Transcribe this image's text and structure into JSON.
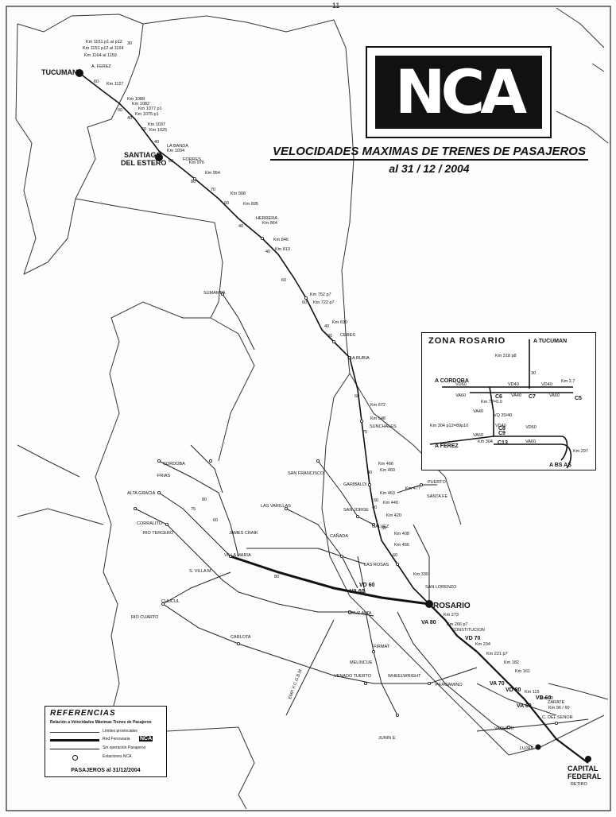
{
  "logo": {
    "text": "NCA"
  },
  "title": {
    "line1": "VELOCIDADES MAXIMAS DE TRENES DE PASAJEROS",
    "line2": "al 31 / 12 / 2004"
  },
  "page_mark": "11",
  "cities": {
    "tucuman": "TUCUMAN",
    "santiago1": "SANTIAGO",
    "santiago2": "DEL ESTERO",
    "rosario": "ROSARIO",
    "capital1": "CAPITAL",
    "capital2": "FEDERAL",
    "capital3": "RETIRO"
  },
  "places": {
    "ferez": "A. FEREZ",
    "la_banda": "LA BANDA",
    "forres": "FORRES",
    "ceres": "CERES",
    "la_rubia": "LA RUBIA",
    "sunchales": "SUNCHALES",
    "san_francisco": "SAN FRANCISCO",
    "garibaldi": "GARIBALDI",
    "san_jorge": "SAN JORGE",
    "galvez": "GALVEZ",
    "santa_fe": "SANTA FE",
    "puerto": "PUERTO",
    "las_varillas": "LAS VARILLAS",
    "canada": "CAÑADA",
    "las_rosas": "LAS ROSAS",
    "cordoba": "CORDOBA",
    "alta_gracia": "ALTA GRACIA",
    "corralito": "CORRALITO",
    "rio_tercero": "RIO TERCERO",
    "villa_maria": "VILLA MARIA",
    "james_craik": "JAMES CRAIK",
    "rio_cuarto": "RIO CUARTO",
    "chucul": "CHUCUL",
    "carlota": "CARLOTA",
    "cruz_alta": "CRUZ ALTA",
    "firmat": "FIRMAT",
    "melincue": "MELINCUE",
    "venado_tuerto": "VENADO TUERTO",
    "pergamino": "PERGAMINO",
    "wheelwright": "WHEELWRIGHT",
    "junin": "JUNIN E.",
    "lujan": "LUJAN",
    "zarate": "ZARATE",
    "san_lorenzo": "SAN LORENZO",
    "constitucion": "CONSTITUCION",
    "frias": "FRIAS",
    "herrera": "HERRERA",
    "sumampa": "SUMAMPA",
    "vaqueri": "VAQUERI",
    "fc": "EMP. F.C.G.B.M.",
    "capilla": "C. DEL SENOR",
    "villa_mercedes": "S. VILLA M."
  },
  "km_labels": [
    "Km 1151 p1 al p12",
    "Km 1151 p12 al 1164",
    "Km 1164 al 1159",
    "Km 1127",
    "Km 1088",
    "Km 1082",
    "Km 1077 p1",
    "Km 1075 p1",
    "Km 1037",
    "Km 1025",
    "Km 1034",
    "Km 976",
    "Km 954",
    "Km 908",
    "Km 895",
    "Km 864",
    "Km 846",
    "Km 813",
    "Km 752 p7",
    "Km 722 p7",
    "Km 690",
    "Km 672",
    "Km 548",
    "Km 466",
    "Km 460",
    "Km 463",
    "Km 440",
    "Km 420",
    "Km 408",
    "Km 456",
    "Km 477",
    "Km 330",
    "Km 266 p7",
    "Km 273",
    "Km 234",
    "Km 221 p7",
    "Km 182",
    "Km 161",
    "Km 115",
    "Km 90",
    "Km 96 / 60"
  ],
  "speed_labels": [
    "30",
    "60",
    "60",
    "40",
    "60",
    "40",
    "60",
    "80",
    "70",
    "60",
    "40",
    "40",
    "60",
    "60",
    "40",
    "30",
    "60",
    "75",
    "40",
    "60",
    "40",
    "30",
    "60",
    "80",
    "80",
    "75",
    "60"
  ],
  "rail_labels": [
    "VA 60",
    "VD 60",
    "VA 80",
    "VD 70",
    "VA 70",
    "VD 80",
    "VA 60",
    "VD 60"
  ],
  "inset": {
    "title": "ZONA ROSARIO",
    "to_tucuman": "A TUCUMAN",
    "to_cordoba": "A CORDOBA",
    "to_ferez": "A FEREZ",
    "to_bsas": "A BS AS",
    "km_top": "Km 318 p8",
    "km_right": "Km 2,7",
    "km_left": "Km 304 p12=89p10",
    "km_mid": "Km 304",
    "km_72": "Km 72=0,0",
    "km_297": "Km 297",
    "c5": "C5",
    "c6": "C6",
    "c7": "C7",
    "c8": "C8",
    "c9": "C9",
    "c13": "C13",
    "speed_30": "30",
    "vd_codes": [
      "VD60",
      "VD40",
      "VD40",
      "VA60",
      "VA40",
      "VA60",
      "VD40",
      "VQ 20/40",
      "VD60",
      "VA40",
      "VA60",
      "VA60"
    ]
  },
  "legend": {
    "title": "REFERENCIAS",
    "subtitle": "Relación a Velocidades Máximas Trenes de Pasajeros",
    "rows": [
      "Límites provinciales",
      "Red Ferroviaria",
      "Sin operación Pasajeros",
      "Estaciones NCA"
    ],
    "nca_mark": "NCA",
    "footer": "PASAJEROS al 31/12/2004"
  }
}
